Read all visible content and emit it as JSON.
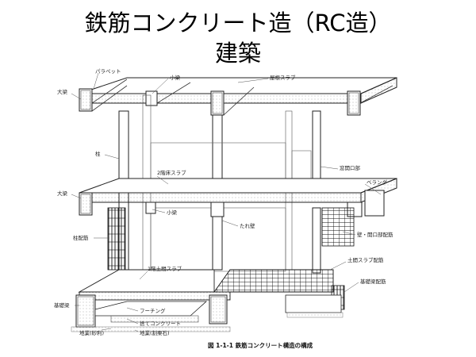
{
  "title": {
    "line1": "鉄筋コンクリート造（RC造）",
    "line2": "建築"
  },
  "labels": {
    "parapet": "パラペット",
    "small_beam_top": "小梁",
    "roof_slab": "屋根スラブ",
    "big_beam_top": "大梁",
    "column": "柱",
    "floor2_slab": "2階床スラブ",
    "exterior_opening": "窓開口部",
    "veranda": "ベランダ",
    "big_beam_mid": "大梁",
    "small_beam_mid": "小梁",
    "hanging_wall": "たれ壁",
    "wall_opening_rebar": "壁・開口部配筋",
    "column_rebar": "柱配筋",
    "floor1_slab": "1階土間スラブ",
    "ground_slab_rebar": "土間スラブ配筋",
    "foundation_beam_rebar": "基礎梁配筋",
    "foundation_beam": "基礎梁",
    "footing": "フーチング",
    "lean_concrete": "捨てコンクリート",
    "gravel_1": "地業(砂利)",
    "gravel_2": "地業(割栗石)"
  },
  "caption": "図 1-1-1 鉄筋コンクリート構造の構成"
}
